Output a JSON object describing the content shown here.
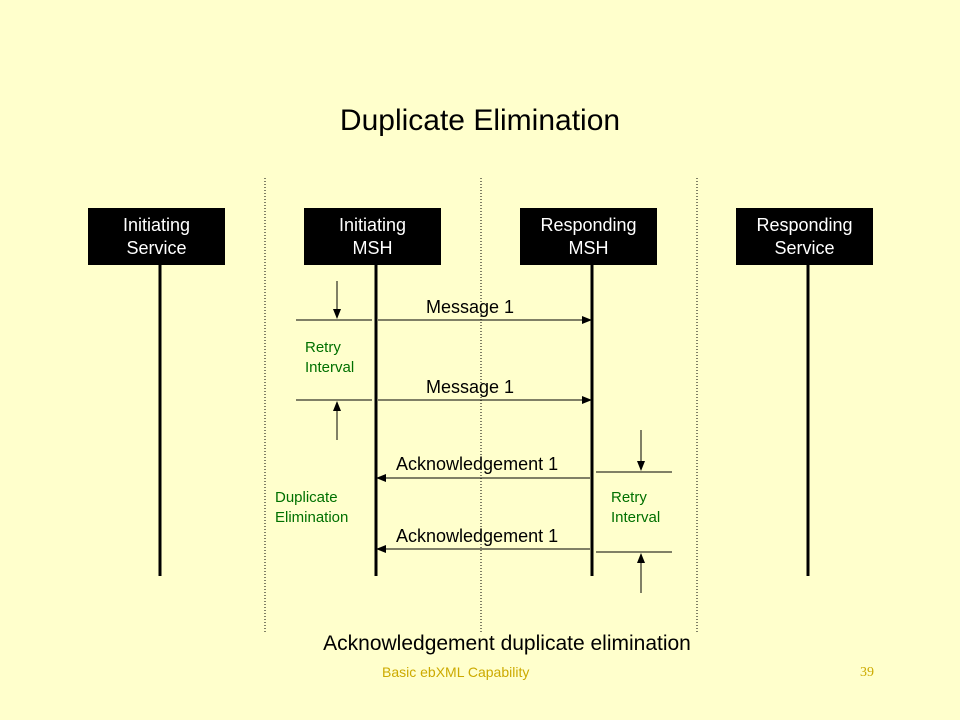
{
  "title": "Duplicate Elimination",
  "participants": [
    {
      "line1": "Initiating",
      "line2": "Service"
    },
    {
      "line1": "Initiating",
      "line2": "MSH"
    },
    {
      "line1": "Responding",
      "line2": "MSH"
    },
    {
      "line1": "Responding",
      "line2": "Service"
    }
  ],
  "messages": [
    {
      "label": "Message 1",
      "direction": "right"
    },
    {
      "label": "Message 1",
      "direction": "right"
    },
    {
      "label": "Acknowledgement 1",
      "direction": "left"
    },
    {
      "label": "Acknowledgement 1",
      "direction": "left"
    }
  ],
  "notes": {
    "retry_left": {
      "line1": "Retry",
      "line2": "Interval"
    },
    "retry_right": {
      "line1": "Retry",
      "line2": "Interval"
    },
    "duplicate": {
      "line1": "Duplicate",
      "line2": "Elimination"
    }
  },
  "caption": "Acknowledgement duplicate elimination",
  "footer": "Basic ebXML Capability",
  "page_number": "39",
  "colors": {
    "background": "#FFFFCC",
    "note": "#007000",
    "footer": "#CCAA00",
    "box": "#000000"
  }
}
